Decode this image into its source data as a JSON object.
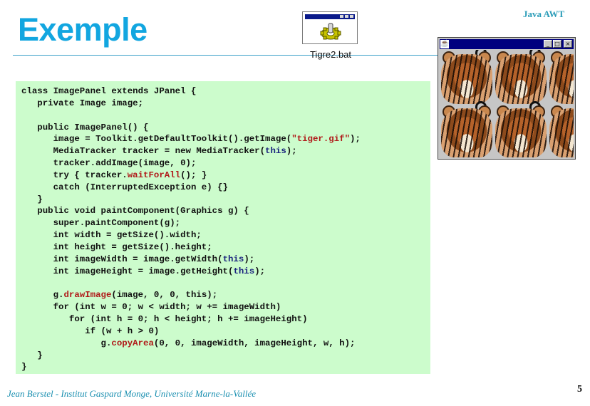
{
  "slide": {
    "title": "Exemple",
    "header_right": "Java AWT",
    "page_number": "5",
    "footer": "Jean Berstel  -   Institut Gaspard Monge, Université Marne-la-Vallée",
    "colors": {
      "title": "#12a6e0",
      "rule": "#3a9fc8",
      "code_background": "#ccfccc",
      "method_highlight": "#b01818",
      "this_keyword": "#1a237e",
      "footer": "#1a8fb0"
    }
  },
  "desktop_icon": {
    "label": "Tigre2.bat",
    "icon": "batch-file-gear-icon"
  },
  "awt_window": {
    "title": "",
    "system_icon": "java-cup-icon",
    "buttons": {
      "minimize": "_",
      "maximize": "□",
      "close": "×"
    },
    "content": "tiled tiger images (3 columns × 2 rows, partially clipped)",
    "tile_image": "tiger.gif"
  },
  "code": {
    "lines": [
      [
        {
          "t": "class ImagePanel extends JPanel {"
        }
      ],
      [
        {
          "t": "   private Image image;"
        }
      ],
      [
        {
          "t": ""
        }
      ],
      [
        {
          "t": "   public ImagePanel() {"
        }
      ],
      [
        {
          "t": "      image = Toolkit.getDefaultToolkit().getImage("
        },
        {
          "t": "\"tiger.gif\"",
          "c": "kw-str"
        },
        {
          "t": ");"
        }
      ],
      [
        {
          "t": "      MediaTracker tracker = new MediaTracker("
        },
        {
          "t": "this",
          "c": "kw-this"
        },
        {
          "t": ");"
        }
      ],
      [
        {
          "t": "      tracker.addImage(image, 0);"
        }
      ],
      [
        {
          "t": "      try { tracker."
        },
        {
          "t": "waitForAll",
          "c": "kw-call"
        },
        {
          "t": "(); }"
        }
      ],
      [
        {
          "t": "      catch (InterruptedException e) {}"
        }
      ],
      [
        {
          "t": "   }"
        }
      ],
      [
        {
          "t": "   public void paintComponent(Graphics g) {"
        }
      ],
      [
        {
          "t": "      super.paintComponent(g);"
        }
      ],
      [
        {
          "t": "      int width = getSize().width;"
        }
      ],
      [
        {
          "t": "      int height = getSize().height;"
        }
      ],
      [
        {
          "t": "      int imageWidth = image.getWidth("
        },
        {
          "t": "this",
          "c": "kw-this"
        },
        {
          "t": ");"
        }
      ],
      [
        {
          "t": "      int imageHeight = image.getHeight("
        },
        {
          "t": "this",
          "c": "kw-this"
        },
        {
          "t": ");"
        }
      ],
      [
        {
          "t": ""
        }
      ],
      [
        {
          "t": "      g."
        },
        {
          "t": "drawImage",
          "c": "kw-call"
        },
        {
          "t": "(image, 0, 0, this);"
        }
      ],
      [
        {
          "t": "      for (int w = 0; w < width; w += imageWidth)"
        }
      ],
      [
        {
          "t": "         for (int h = 0; h < height; h += imageHeight)"
        }
      ],
      [
        {
          "t": "            if (w + h > 0)"
        }
      ],
      [
        {
          "t": "               g."
        },
        {
          "t": "copyArea",
          "c": "kw-call"
        },
        {
          "t": "(0, 0, imageWidth, imageHeight, w, h);"
        }
      ],
      [
        {
          "t": "   }"
        }
      ],
      [
        {
          "t": "}"
        }
      ]
    ]
  }
}
